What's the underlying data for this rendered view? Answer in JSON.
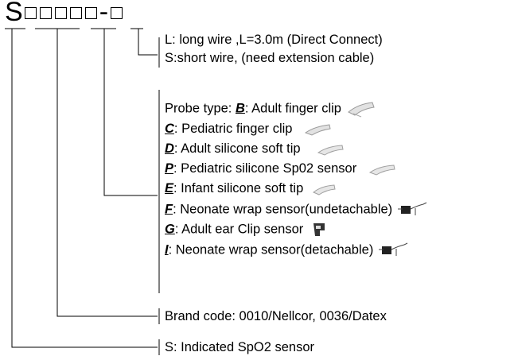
{
  "code": {
    "prefix": "S",
    "separator": "-"
  },
  "wire": {
    "long": "L: long wire ,L=3.0m (Direct Connect)",
    "short": "S:short wire, (need extension cable)"
  },
  "probe": {
    "heading": "Probe type: ",
    "items": [
      {
        "code": "B",
        "text": ": Adult finger clip",
        "icon": "finger-clip-probe-icon"
      },
      {
        "code": "C",
        "text": ": Pediatric finger clip",
        "icon": "finger-clip-probe-icon"
      },
      {
        "code": "D",
        "text": ": Adult silicone soft tip",
        "icon": "soft-tip-probe-icon"
      },
      {
        "code": "P",
        "text": ": Pediatric silicone Sp02 sensor",
        "icon": "soft-tip-probe-icon"
      },
      {
        "code": "E",
        "text": ": Infant silicone soft tip",
        "icon": "soft-tip-probe-icon"
      },
      {
        "code": "F",
        "text": ": Neonate wrap sensor(undetachable)",
        "icon": "wrap-sensor-icon"
      },
      {
        "code": "G",
        "text": ": Adult ear Clip sensor",
        "icon": "ear-clip-sensor-icon"
      },
      {
        "code": "I",
        "text": ":  Neonate wrap sensor(detachable)",
        "icon": "wrap-sensor-icon"
      }
    ]
  },
  "brand": "Brand code: 0010/Nellcor, 0036/Datex",
  "sensor": "S: Indicated SpO2 sensor"
}
